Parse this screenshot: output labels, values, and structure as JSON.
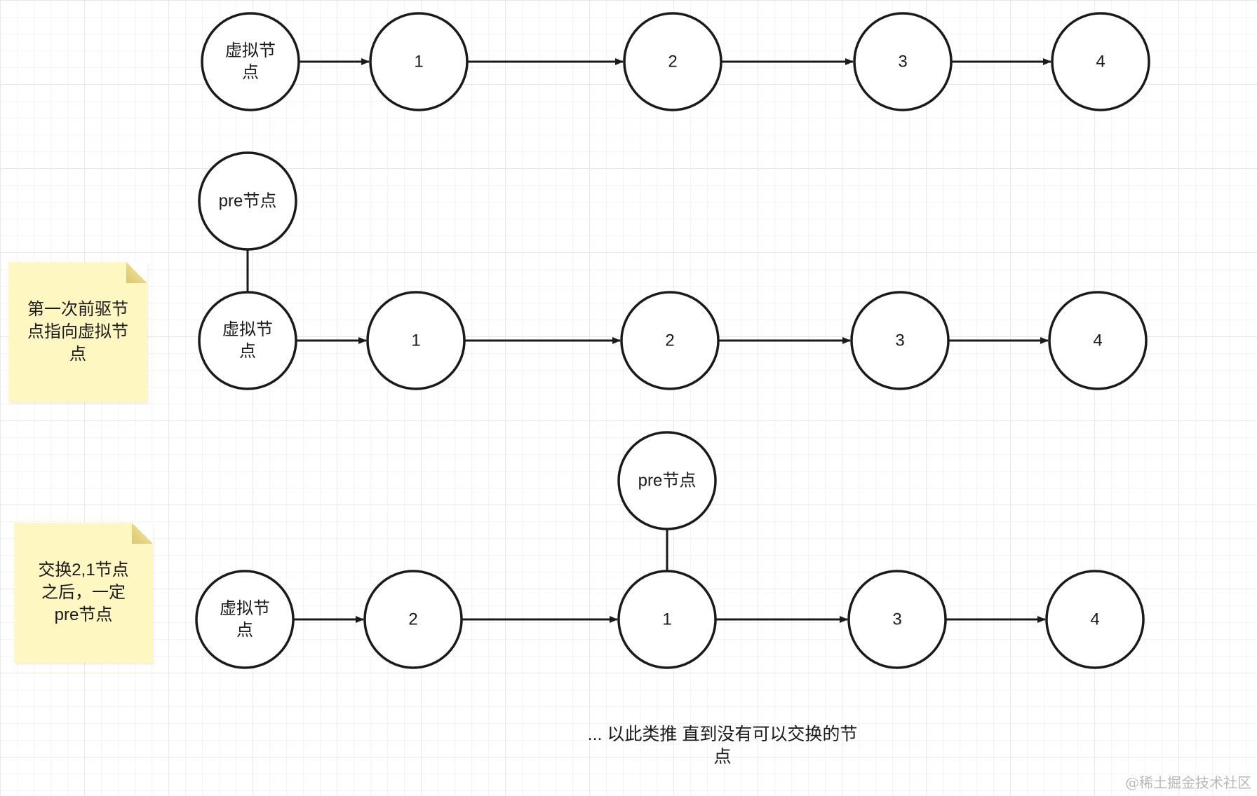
{
  "rows": [
    {
      "nodes": [
        {
          "id": "dummy",
          "label": "虚拟节\n点"
        },
        {
          "id": "n1",
          "label": "1"
        },
        {
          "id": "n2",
          "label": "2"
        },
        {
          "id": "n3",
          "label": "3"
        },
        {
          "id": "n4",
          "label": "4"
        }
      ]
    },
    {
      "pointer": {
        "label": "pre节点",
        "points_to": "dummy"
      },
      "nodes": [
        {
          "id": "dummy",
          "label": "虚拟节\n点"
        },
        {
          "id": "n1",
          "label": "1"
        },
        {
          "id": "n2",
          "label": "2"
        },
        {
          "id": "n3",
          "label": "3"
        },
        {
          "id": "n4",
          "label": "4"
        }
      ]
    },
    {
      "pointer": {
        "label": "pre节点",
        "points_to": "n1"
      },
      "nodes": [
        {
          "id": "dummy",
          "label": "虚拟节\n点"
        },
        {
          "id": "n2",
          "label": "2"
        },
        {
          "id": "n1",
          "label": "1"
        },
        {
          "id": "n3",
          "label": "3"
        },
        {
          "id": "n4",
          "label": "4"
        }
      ]
    }
  ],
  "notes": {
    "first_step": "第一次前驱节\n点指向虚拟节\n点",
    "after_swap": "交换2,1节点\n之后，一定\npre节点"
  },
  "caption": "... 以此类推 直到没有可以交换的节\n点",
  "watermark": "@稀土掘金技术社区",
  "colors": {
    "note_background": "#fff7c2",
    "stroke": "#1a1a1a"
  }
}
